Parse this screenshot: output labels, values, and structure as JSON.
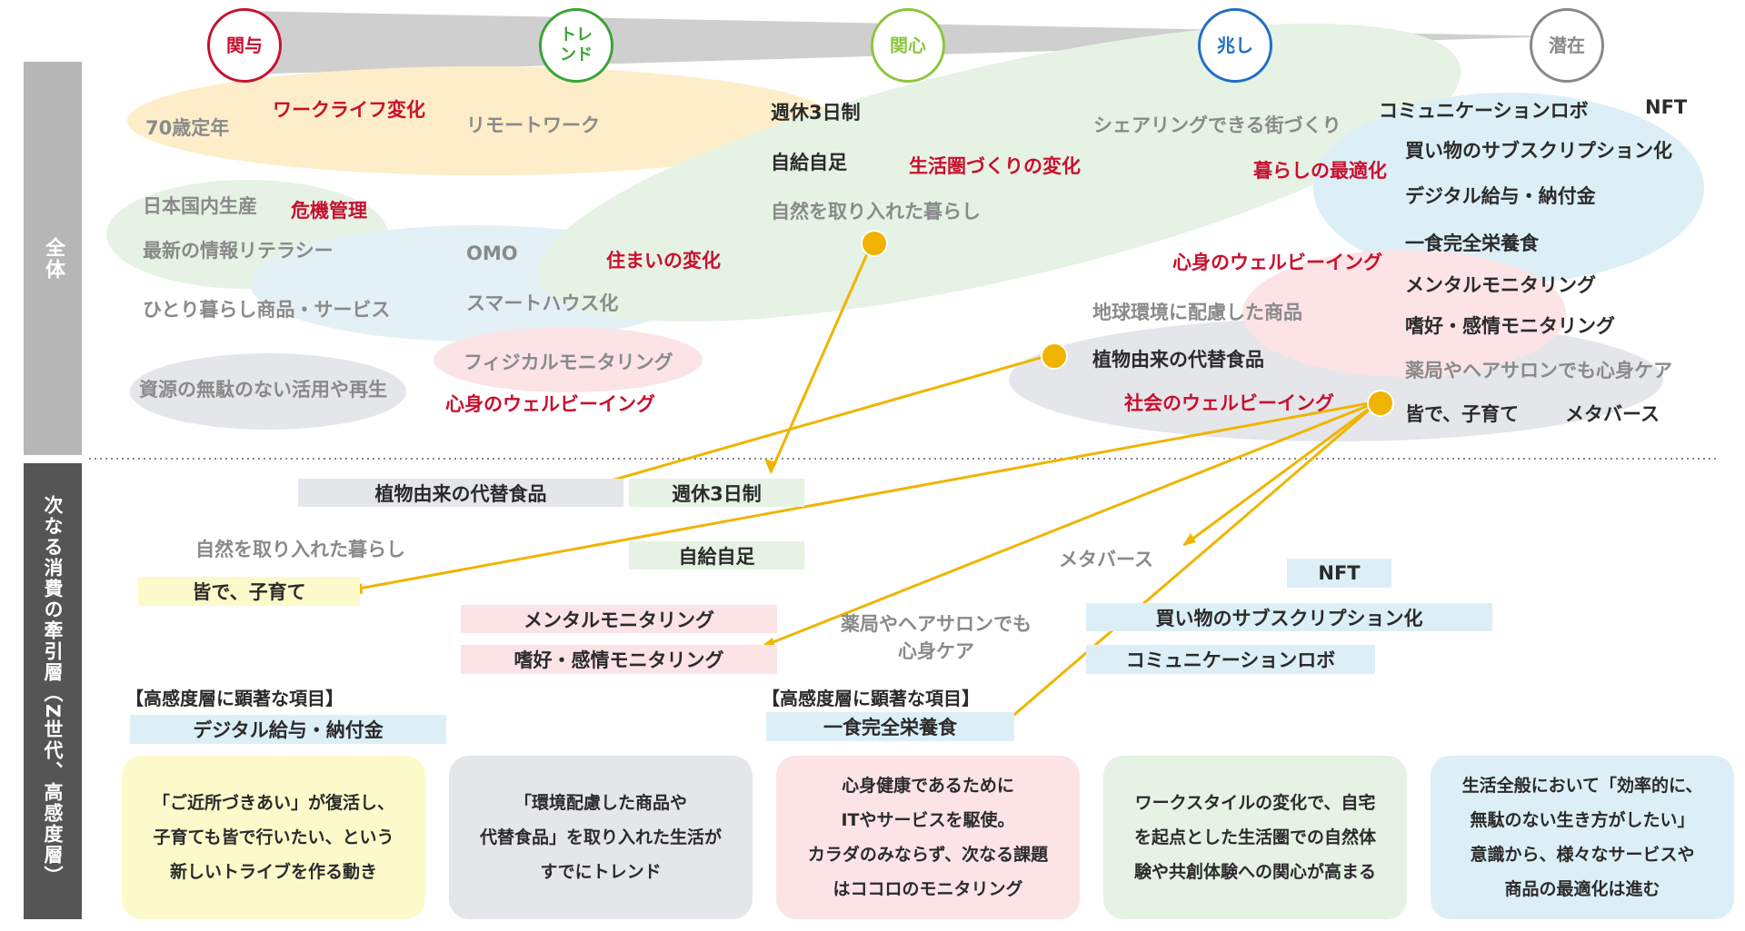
{
  "stages": {
    "s1": "関与",
    "s2": "トレンド",
    "s3": "関心",
    "s4": "兆し",
    "s5": "潜在"
  },
  "colors": {
    "s1": "#c8102e",
    "s2": "#3aa335",
    "s3": "#8cc63f",
    "s4": "#1f6fc4",
    "s5": "#888888",
    "arrow": "#f0b400"
  },
  "bands": {
    "top": "全体",
    "bottom": "次なる消費の牽引層（Z世代、高感度層）"
  },
  "upper": {
    "u1": "70歳定年",
    "u2": "ワークライフ変化",
    "u3": "リモートワーク",
    "u4": "週休3日制",
    "u5": "シェアリングできる街づくり",
    "u6": "コミュニケーションロボ",
    "u7": "NFT",
    "u8": "買い物のサブスクリプション化",
    "u9": "自給自足",
    "u10": "生活圏づくりの変化",
    "u11": "暮らしの最適化",
    "u12": "デジタル給与・納付金",
    "u13": "日本国内生産",
    "u14": "危機管理",
    "u15": "自然を取り入れた暮らし",
    "u16": "最新の情報リテラシー",
    "u17": "OMO",
    "u18": "住まいの変化",
    "u19": "一食完全栄養食",
    "u20": "心身のウェルビーイング",
    "u21": "メンタルモニタリング",
    "u22": "ひとり暮らし商品・サービス",
    "u23": "スマートハウス化",
    "u24": "地球環境に配慮した商品",
    "u25": "嗜好・感情モニタリング",
    "u26": "フィジカルモニタリング",
    "u27": "植物由来の代替食品",
    "u28": "薬局やヘアサロンでも心身ケア",
    "u29": "資源の無駄のない活用や再生",
    "u30": "心身のウェルビーイング",
    "u31": "社会のウェルビーイング",
    "u32": "皆で、子育て",
    "u33": "メタバース"
  },
  "lower": {
    "l1": "植物由来の代替食品",
    "l2": "週休3日制",
    "l3": "自然を取り入れた暮らし",
    "l4": "自給自足",
    "l5": "皆で、子育て",
    "l6": "メタバース",
    "l7": "NFT",
    "l8": "メンタルモニタリング",
    "l9": "薬局やヘアサロンでも",
    "l9b": "心身ケア",
    "l10": "買い物のサブスクリプション化",
    "l11": "嗜好・感情モニタリング",
    "l12": "コミュニケーションロボ",
    "h1": "【高感度層に顕著な項目】",
    "h2": "【高感度層に顕著な項目】",
    "l13": "デジタル給与・納付金",
    "l14": "一食完全栄養食"
  },
  "cards": [
    {
      "line1": "「ご近所づきあい」が復活し、",
      "line2": "子育ても皆で行いたい、という",
      "line3": "新しいトライブを作る動き",
      "line4": ""
    },
    {
      "line1": "「環境配慮した商品や",
      "line2": "代替食品」を取り入れた生活が",
      "line3": "すでにトレンド",
      "line4": ""
    },
    {
      "line1": "心身健康であるために",
      "line2": "ITやサービスを駆使。",
      "line3": "カラダのみならず、次なる課題",
      "line4": "はココロのモニタリング"
    },
    {
      "line1": "ワークスタイルの変化で、自宅",
      "line2": "を起点とした生活圏での自然体",
      "line3": "験や共創体験への関心が高まる",
      "line4": ""
    },
    {
      "line1": "生活全般において「効率的に、",
      "line2": "無駄のない生き方がしたい」",
      "line3": "意識から、様々なサービスや",
      "line4": "商品の最適化は進む"
    }
  ]
}
